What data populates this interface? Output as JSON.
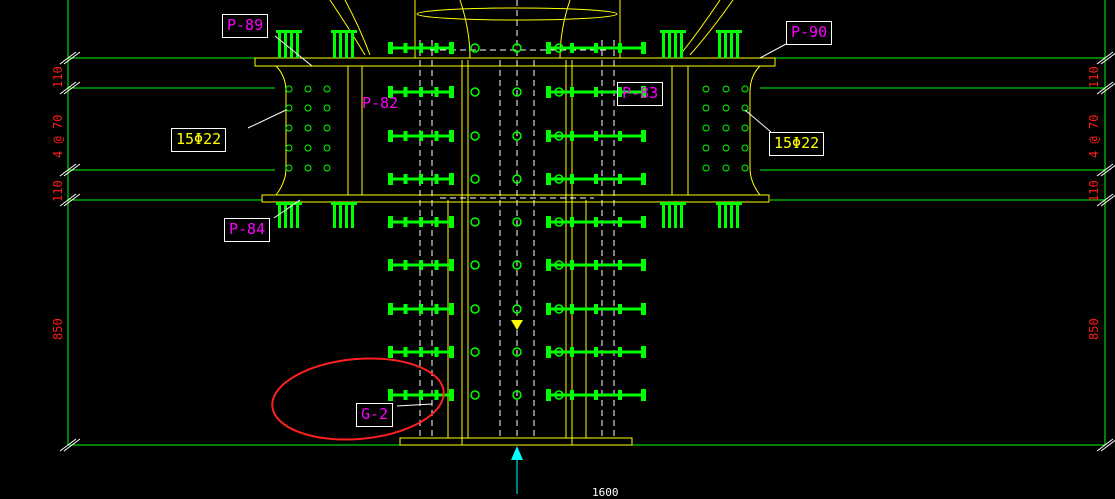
{
  "labels": {
    "p89": "P-89",
    "p90": "P-90",
    "p82": "P-82",
    "p83": "P-83",
    "p84": "P-84",
    "g2": "G-2",
    "bolts_left": "15Φ22",
    "bolts_right": "15Φ22"
  },
  "dims": {
    "left_110_top": "110",
    "left_4at70": "4 @ 70",
    "left_110_bottom": "110",
    "left_850": "850",
    "right_110_top": "110",
    "right_4at70": "4 @ 70",
    "right_110_bottom": "110",
    "right_850": "850",
    "bottom_partial": "1600"
  },
  "colors": {
    "background": "#000000",
    "grid": "#00ff00",
    "steel": "#ffff00",
    "bolt": "#00ff00",
    "dimension": "#ff1a1a",
    "tag": "#ff00ff",
    "highlight": "#ff2020",
    "marker": "#00ffff"
  },
  "icons": {
    "marker": "triangle-up-icon",
    "section": "triangle-down-icon"
  }
}
